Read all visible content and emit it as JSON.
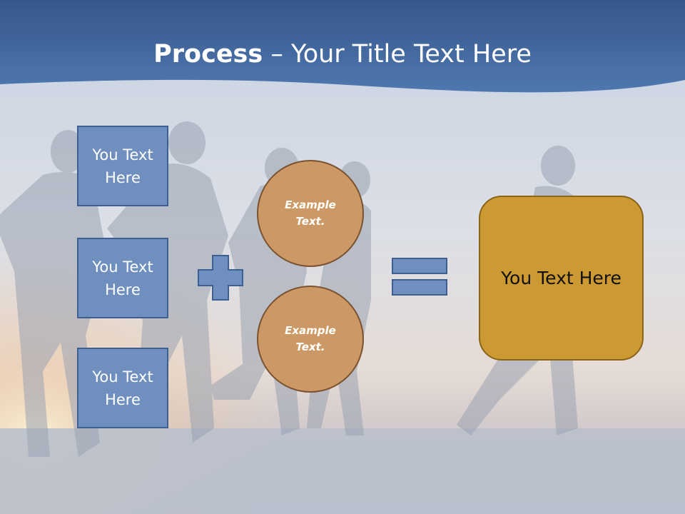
{
  "title": {
    "bold": "Process",
    "rest": " – Your Title Text Here"
  },
  "boxes": [
    {
      "label": "You Text Here"
    },
    {
      "label": "You Text Here"
    },
    {
      "label": "You Text Here"
    }
  ],
  "circles": [
    {
      "label": "Example Text."
    },
    {
      "label": "Example Text."
    }
  ],
  "result": {
    "label": "You Text Here"
  },
  "icons": {
    "plus": "plus-icon",
    "equals": "equals-icon"
  },
  "colors": {
    "header_blue": "#4a6fa5",
    "box_fill": "#6f8fbf",
    "circle_fill": "#cc9966",
    "result_fill": "#cc9933"
  }
}
